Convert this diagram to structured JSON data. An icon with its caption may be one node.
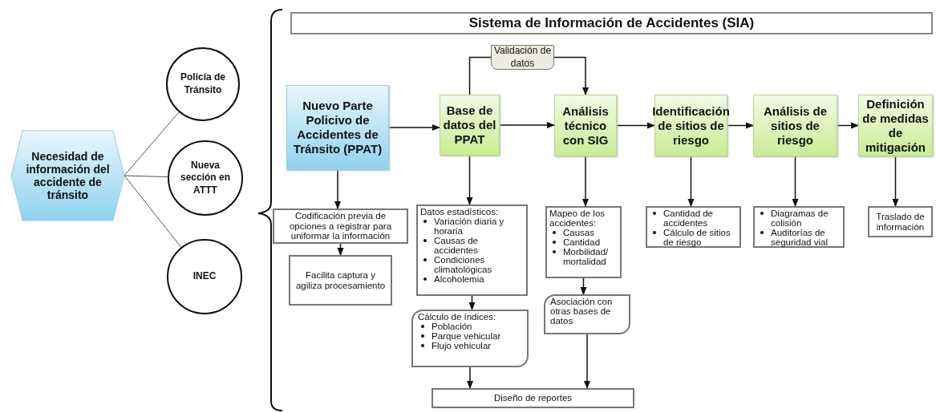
{
  "diagram": {
    "nodes": [
      {
        "text": [
          "Necesidad de información del accidente de tránsito"
        ]
      },
      {
        "text": [
          "Policía de Tránsito"
        ]
      },
      {
        "text": [
          "Nueva sección en ATTT"
        ]
      },
      {
        "text": [
          "INEC"
        ]
      },
      {
        "text": [
          "Sistema de Información de Accidentes (SIA)"
        ]
      },
      {
        "text": [
          "Nuevo Parte Policivo de Accidentes de Tránsito (PPAT)"
        ]
      },
      {
        "text": [
          "Validación de datos"
        ]
      },
      {
        "text": [
          "Base de datos del PPAT"
        ]
      },
      {
        "text": [
          "Análisis técnico con SIG"
        ]
      },
      {
        "text": [
          "Identificación de sitios de riesgo"
        ]
      },
      {
        "text": [
          "Análisis de sitios de riesgo"
        ]
      },
      {
        "text": [
          "Definición de medidas de mitigación"
        ]
      },
      {
        "text": [
          "Codificación previa de opciones a registrar para uniformar la información"
        ]
      },
      {
        "text": [
          "Facilita captura y agiliza procesamiento"
        ]
      },
      {
        "text": [
          "Datos estadísticos:",
          "Variación diaria y horaria",
          "Causas de accidentes",
          "Condiciones climatológicas",
          "Alcoholemia"
        ]
      },
      {
        "text": [
          "Cálculo de índices:",
          "Población",
          "Parque vehicular",
          "Flujo vehicular"
        ]
      },
      {
        "text": [
          "Mapeo de los accidentes:",
          "Causas",
          "Cantidad",
          "Morbilidad/ mortalidad"
        ]
      },
      {
        "text": [
          "Asociación con otras bases de datos"
        ]
      },
      {
        "text": [
          "Cantidad de accidentes",
          "Cálculo de sitios de riesgo"
        ]
      },
      {
        "text": [
          "Diagramas de colisión",
          "Auditorías de seguridad vial"
        ]
      },
      {
        "text": [
          "Traslado de información"
        ]
      },
      {
        "text": [
          "Diseño de reportes"
        ]
      }
    ],
    "edges": [
      {
        "from": 0,
        "to": 1,
        "arrow": "none"
      },
      {
        "from": 0,
        "to": 2,
        "arrow": "none"
      },
      {
        "from": 0,
        "to": 3,
        "arrow": "none"
      },
      {
        "from": 5,
        "to": 7,
        "arrow": "to"
      },
      {
        "from": 7,
        "to": 6,
        "arrow": "none"
      },
      {
        "from": 6,
        "to": 8,
        "arrow": "to"
      },
      {
        "from": 7,
        "to": 8,
        "arrow": "to"
      },
      {
        "from": 8,
        "to": 9,
        "arrow": "to"
      },
      {
        "from": 9,
        "to": 10,
        "arrow": "to"
      },
      {
        "from": 10,
        "to": 11,
        "arrow": "to"
      },
      {
        "from": 5,
        "to": 12,
        "arrow": "to"
      },
      {
        "from": 12,
        "to": 13,
        "arrow": "to"
      },
      {
        "from": 7,
        "to": 14,
        "arrow": "to"
      },
      {
        "from": 14,
        "to": 15,
        "arrow": "to"
      },
      {
        "from": 15,
        "to": 21,
        "arrow": "to"
      },
      {
        "from": 8,
        "to": 16,
        "arrow": "to"
      },
      {
        "from": 16,
        "to": 17,
        "arrow": "to"
      },
      {
        "from": 17,
        "to": 21,
        "arrow": "to"
      },
      {
        "from": 9,
        "to": 18,
        "arrow": "to"
      },
      {
        "from": 10,
        "to": 19,
        "arrow": "to"
      },
      {
        "from": 11,
        "to": 20,
        "arrow": "to"
      }
    ]
  }
}
